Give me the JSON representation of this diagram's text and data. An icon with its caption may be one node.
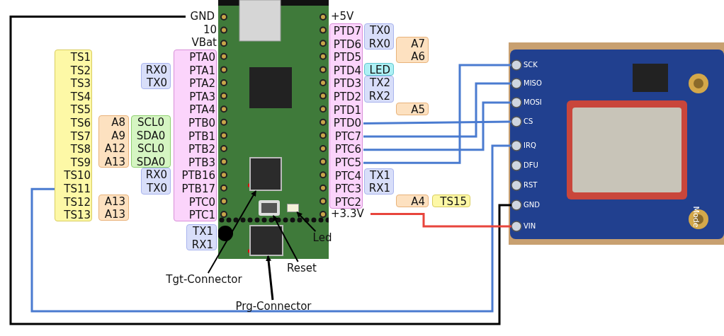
{
  "diagram": {
    "nodes": [
      {
        "text": [
          "GND"
        ]
      },
      {
        "text": [],
        "shape": "box"
      },
      {
        "text": [
          "TS1"
        ],
        "in": 1
      },
      {
        "text": [
          "TS2"
        ],
        "in": 1
      },
      {
        "text": [
          "TS3"
        ],
        "in": 1
      },
      {
        "text": [
          "TS4"
        ],
        "in": 1
      },
      {
        "text": [
          "TS5"
        ],
        "in": 1
      },
      {
        "text": [
          "TS6"
        ],
        "in": 1
      },
      {
        "text": [
          "TS7"
        ],
        "in": 1
      },
      {
        "text": [
          "TS8"
        ],
        "in": 1
      },
      {
        "text": [
          "TS9"
        ],
        "in": 1
      },
      {
        "text": [
          "TS10"
        ],
        "in": 1
      },
      {
        "text": [
          "TS11"
        ],
        "in": 1
      },
      {
        "text": [
          "TS12"
        ],
        "in": 1
      },
      {
        "text": [
          "TS13"
        ],
        "in": 1
      },
      {
        "text": [
          "RX0",
          "TX0"
        ]
      },
      {
        "text": [
          "A8",
          "A9",
          "A12",
          "A13"
        ]
      },
      {
        "text": [
          "SCL0",
          "SDA0",
          "SCL0",
          "SDA0"
        ]
      },
      {
        "text": [
          "RX0",
          "TX0"
        ]
      },
      {
        "text": [
          "A13",
          "A13"
        ]
      },
      {
        "text": [],
        "shape": "box"
      },
      {
        "text": [
          "PTA0"
        ],
        "in": 20
      },
      {
        "text": [
          "PTA1"
        ],
        "in": 20
      },
      {
        "text": [
          "PTA2"
        ],
        "in": 20
      },
      {
        "text": [
          "PTA3"
        ],
        "in": 20
      },
      {
        "text": [
          "PTA4"
        ],
        "in": 20
      },
      {
        "text": [
          "PTB0"
        ],
        "in": 20
      },
      {
        "text": [
          "PTB1"
        ],
        "in": 20
      },
      {
        "text": [
          "PTB2"
        ],
        "in": 20
      },
      {
        "text": [
          "PTB3"
        ],
        "in": 20
      },
      {
        "text": [
          "PTB16"
        ],
        "in": 20
      },
      {
        "text": [
          "PTB17"
        ],
        "in": 20
      },
      {
        "text": [
          "PTC0"
        ],
        "in": 20
      },
      {
        "text": [
          "PTC1"
        ],
        "in": 20
      },
      {
        "text": [
          "TX1",
          "RX1"
        ]
      },
      {
        "text": [],
        "shape": "picture"
      },
      {
        "text": [],
        "shape": "box",
        "in": 35
      },
      {
        "text": [],
        "shape": "box",
        "in": 35
      },
      {
        "text": [],
        "shape": "box",
        "in": 35
      },
      {
        "text": [],
        "shape": "box",
        "in": 35
      },
      {
        "text": [],
        "shape": "box"
      },
      {
        "text": [
          "PTD7"
        ],
        "in": 40
      },
      {
        "text": [
          "PTD6"
        ],
        "in": 40
      },
      {
        "text": [
          "PTD5"
        ],
        "in": 40
      },
      {
        "text": [
          "PTD4"
        ],
        "in": 40
      },
      {
        "text": [
          "PTD3"
        ],
        "in": 40
      },
      {
        "text": [
          "PTD2"
        ],
        "in": 40
      },
      {
        "text": [
          "PTD1"
        ],
        "in": 40
      },
      {
        "text": [
          "PTD0"
        ],
        "in": 40
      },
      {
        "text": [
          "PTC7"
        ],
        "in": 40
      },
      {
        "text": [
          "PTC6"
        ],
        "in": 40
      },
      {
        "text": [
          "PTC5"
        ],
        "in": 40
      },
      {
        "text": [
          "PTC4"
        ],
        "in": 40
      },
      {
        "text": [
          "PTC3"
        ],
        "in": 40
      },
      {
        "text": [
          "PTC2"
        ],
        "in": 40
      },
      {
        "text": [
          "TX0",
          "RX0"
        ]
      },
      {
        "text": [
          "A7",
          "A6"
        ]
      },
      {
        "text": [
          "LED"
        ]
      },
      {
        "text": [
          "TX2",
          "RX2"
        ]
      },
      {
        "text": [
          "A5"
        ]
      },
      {
        "text": [
          "TX1",
          "RX1"
        ]
      },
      {
        "text": [
          "A4"
        ]
      },
      {
        "text": [
          "TS15"
        ]
      },
      {
        "text": [
          "+3.3V"
        ]
      },
      {
        "text": [
          "Tgt-Connector"
        ]
      },
      {
        "text": [
          "Reset"
        ]
      },
      {
        "text": [
          "Led"
        ]
      },
      {
        "text": [
          "Prg-Connector"
        ]
      },
      {
        "text": [],
        "shape": "picture"
      },
      {
        "text": [
          "SCK"
        ],
        "in": 68
      },
      {
        "text": [
          "MISO"
        ],
        "in": 68
      },
      {
        "text": [
          "MOSI"
        ],
        "in": 68
      },
      {
        "text": [
          "CS"
        ],
        "in": 68
      },
      {
        "text": [
          "IRQ"
        ],
        "in": 68
      },
      {
        "text": [
          "DFU"
        ],
        "in": 68
      },
      {
        "text": [
          "RST"
        ],
        "in": 68
      },
      {
        "text": [
          "GND"
        ],
        "in": 68
      },
      {
        "text": [
          "VIN"
        ],
        "in": 68
      }
    ],
    "edges": [
      {
        "from": 0,
        "to": 76,
        "arrow": "none",
        "color": "#000000"
      },
      {
        "from": 12,
        "to": 73,
        "arrow": "none",
        "color": "#4a7bd0"
      },
      {
        "from": 63,
        "to": 77,
        "arrow": "none",
        "color": "#e8453c"
      },
      {
        "from": 48,
        "to": 72,
        "arrow": "none",
        "color": "#4a7bd0"
      },
      {
        "from": 49,
        "to": 70,
        "arrow": "none",
        "color": "#4a7bd0"
      },
      {
        "from": 50,
        "to": 71,
        "arrow": "none",
        "color": "#4a7bd0"
      },
      {
        "from": 51,
        "to": 69,
        "arrow": "none",
        "color": "#4a7bd0"
      },
      {
        "from": 64,
        "to": 36,
        "arrow": "to",
        "color": "#000000"
      },
      {
        "from": 65,
        "to": 37,
        "arrow": "to",
        "color": "#000000"
      },
      {
        "from": 66,
        "to": 38,
        "arrow": "to",
        "color": "#000000"
      },
      {
        "from": 67,
        "to": 39,
        "arrow": "to",
        "color": "#000000"
      }
    ],
    "labels": [
      "10",
      "VBat",
      "+5V",
      "Mode"
    ]
  }
}
